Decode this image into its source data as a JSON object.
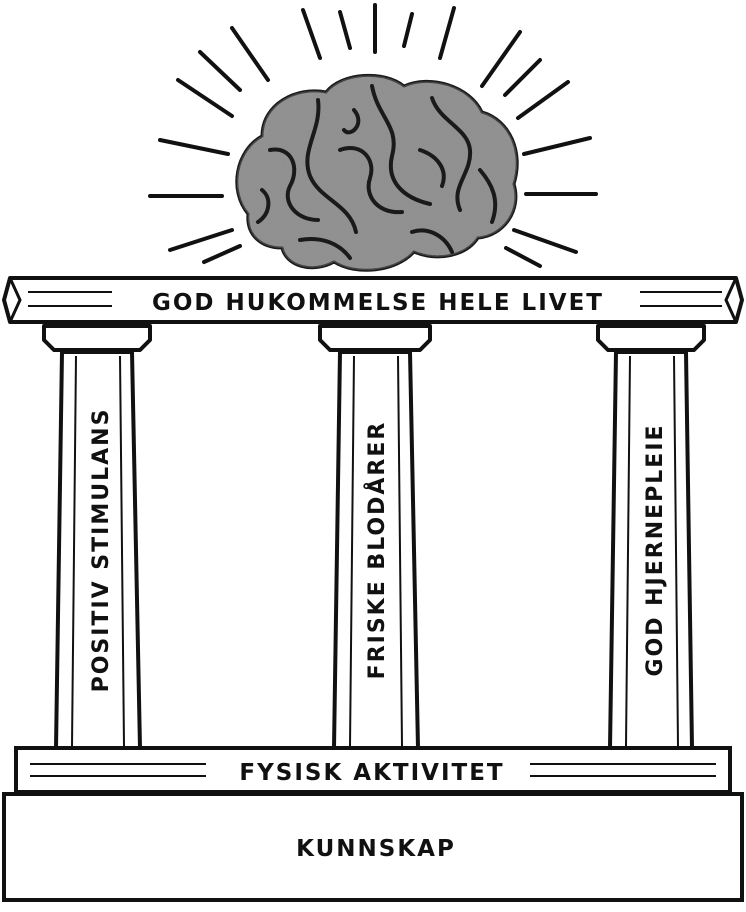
{
  "diagram": {
    "top_label": "GOD HUKOMMELSE HELE LIVET",
    "pillars": [
      {
        "label": "POSITIV STIMULANS"
      },
      {
        "label": "FRISKE BLODÅRER"
      },
      {
        "label": "GOD HJERNEPLEIE"
      }
    ],
    "upper_base_label": "FYSISK AKTIVITET",
    "foundation_label": "KUNNSKAP",
    "icons": {
      "top": "brain-icon",
      "rays": "light-rays-icon"
    },
    "colors": {
      "ink": "#111111",
      "brain": "#8a8a8a",
      "paper": "#ffffff"
    }
  }
}
